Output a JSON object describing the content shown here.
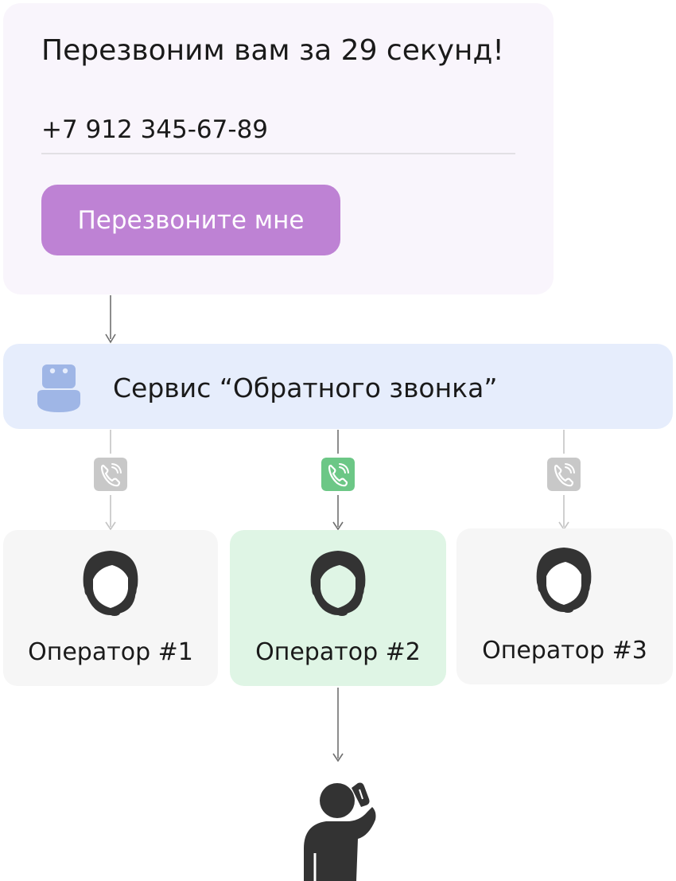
{
  "widget": {
    "title": "Перезвоним вам за 29 секунд!",
    "phone_value": "+7 912 345-67-89",
    "button_label": "Перезвоните мне"
  },
  "service": {
    "label": "Сервис “Обратного звонка”",
    "icon": "robot-icon"
  },
  "operators": [
    {
      "label": "Оператор #1",
      "active": false
    },
    {
      "label": "Оператор #2",
      "active": true
    },
    {
      "label": "Оператор #3",
      "active": false
    }
  ],
  "icons": {
    "operator": "operator-headset-icon",
    "call": "phone-call-icon",
    "customer": "person-on-phone-icon"
  },
  "colors": {
    "widget_bg": "#f9f5fc",
    "button": "#be82d4",
    "service_bg": "#e6edfc",
    "robot": "#9fb6e6",
    "operator_card": "#f6f6f6",
    "operator_active": "#dff5e5",
    "call_active": "#6cc786",
    "call_inactive": "#c8c8c8",
    "icon_dark": "#333333"
  }
}
